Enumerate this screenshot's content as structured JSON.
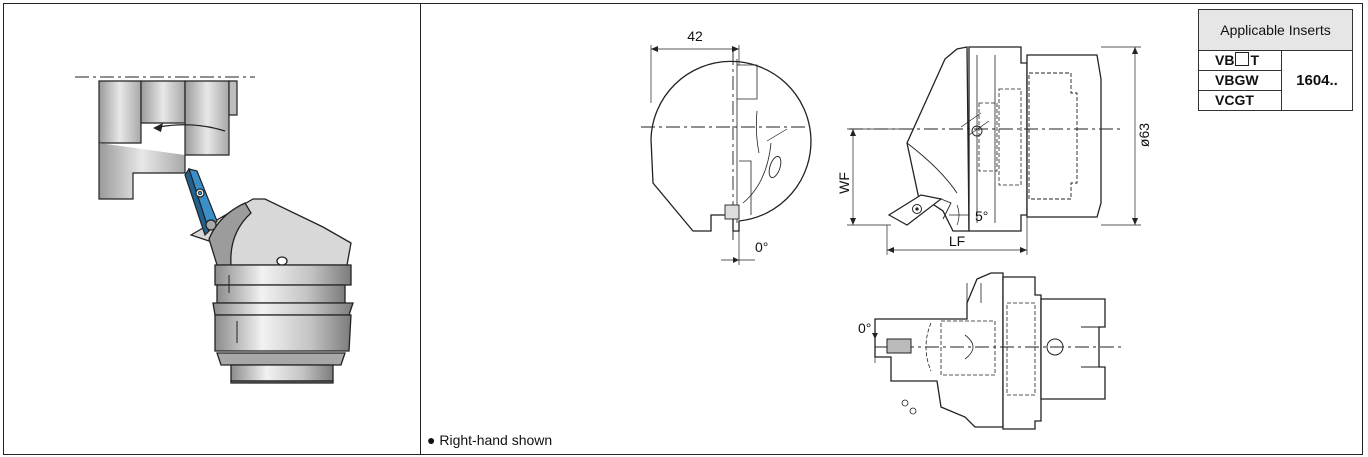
{
  "footnote": "● Right-hand shown",
  "dimensions": {
    "width_top": "42",
    "clearance_angle": "0°",
    "wf": "WF",
    "lf": "LF",
    "lead_angle": "5°",
    "diameter": "ø63",
    "side_angle": "0°"
  },
  "inserts_table": {
    "header": "Applicable Inserts",
    "codes": [
      {
        "prefix": "VB",
        "suffix": "T",
        "has_box": true
      },
      {
        "prefix": "VBGW",
        "suffix": "",
        "has_box": false
      },
      {
        "prefix": "VCGT",
        "suffix": "",
        "has_box": false
      }
    ],
    "size": "1604.."
  },
  "colors": {
    "insert_blue": "#3a8fc8",
    "line": "#222222",
    "shade_light": "#f0f0f0",
    "shade_mid": "#c8c8c8",
    "shade_dark": "#9a9a9a"
  }
}
